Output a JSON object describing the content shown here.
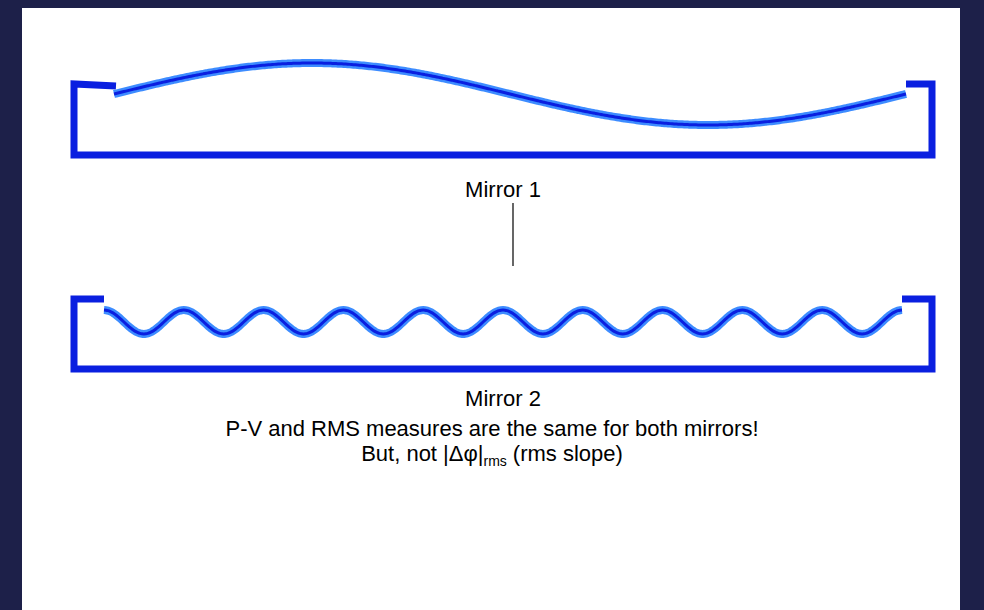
{
  "diagram": {
    "nodes": [
      {
        "text": [
          "Mirror 1"
        ]
      },
      {
        "text": [
          "Mirror 2"
        ]
      }
    ],
    "labels": [
      "P-V and RMS measures are the same for both mirrors!",
      "But, not |Δφ|",
      "rms",
      "(rms slope)"
    ]
  }
}
